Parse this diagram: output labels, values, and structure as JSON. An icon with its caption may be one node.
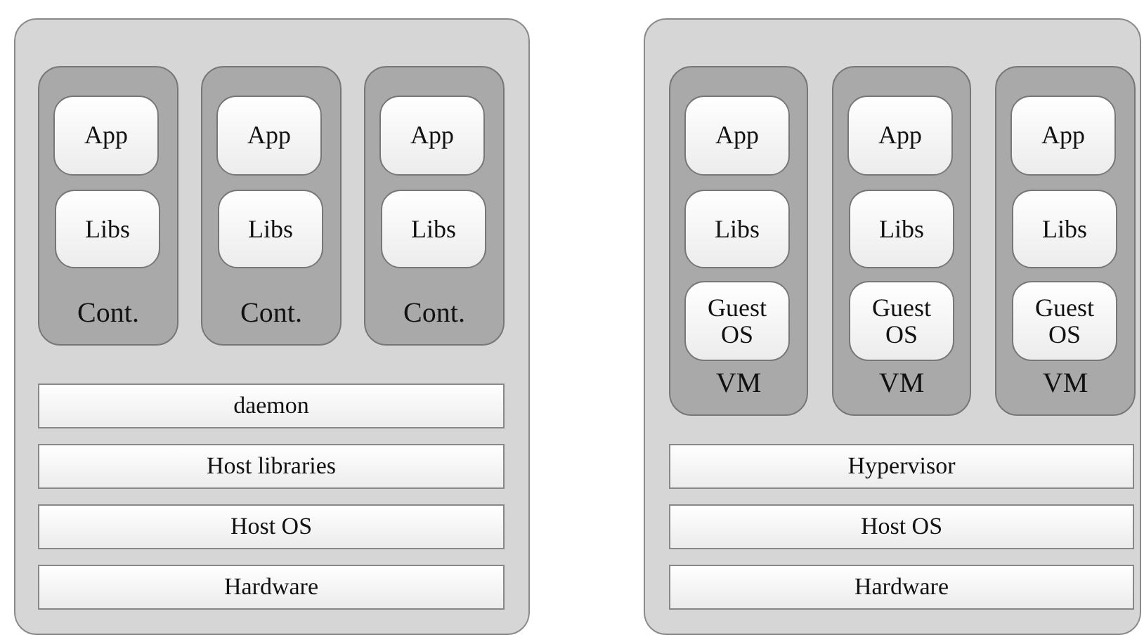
{
  "diagram": {
    "nodes": [
      {
        "text": [],
        "shape": "box"
      },
      {
        "text": [
          "Cont."
        ],
        "in": 0
      },
      {
        "text": [
          "App"
        ],
        "in": 1
      },
      {
        "text": [
          "Libs"
        ],
        "in": 1
      },
      {
        "text": [
          "Cont."
        ],
        "in": 0
      },
      {
        "text": [
          "App"
        ],
        "in": 4
      },
      {
        "text": [
          "Libs"
        ],
        "in": 4
      },
      {
        "text": [
          "Cont."
        ],
        "in": 0
      },
      {
        "text": [
          "App"
        ],
        "in": 7
      },
      {
        "text": [
          "Libs"
        ],
        "in": 7
      },
      {
        "text": [
          "daemon"
        ],
        "in": 0
      },
      {
        "text": [
          "Host libraries"
        ],
        "in": 0
      },
      {
        "text": [
          "Host OS"
        ],
        "in": 0
      },
      {
        "text": [
          "Hardware"
        ],
        "in": 0
      },
      {
        "text": [],
        "shape": "box"
      },
      {
        "text": [
          "VM"
        ],
        "in": 14
      },
      {
        "text": [
          "App"
        ],
        "in": 15
      },
      {
        "text": [
          "Libs"
        ],
        "in": 15
      },
      {
        "text": [
          "Guest OS"
        ],
        "in": 15
      },
      {
        "text": [
          "VM"
        ],
        "in": 14
      },
      {
        "text": [
          "App"
        ],
        "in": 19
      },
      {
        "text": [
          "Libs"
        ],
        "in": 19
      },
      {
        "text": [
          "Guest OS"
        ],
        "in": 19
      },
      {
        "text": [
          "VM"
        ],
        "in": 14
      },
      {
        "text": [
          "App"
        ],
        "in": 23
      },
      {
        "text": [
          "Libs"
        ],
        "in": 23
      },
      {
        "text": [
          "Guest OS"
        ],
        "in": 23
      },
      {
        "text": [
          "Hypervisor"
        ],
        "in": 14
      },
      {
        "text": [
          "Host OS"
        ],
        "in": 14
      },
      {
        "text": [
          "Hardware"
        ],
        "in": 14
      }
    ]
  }
}
